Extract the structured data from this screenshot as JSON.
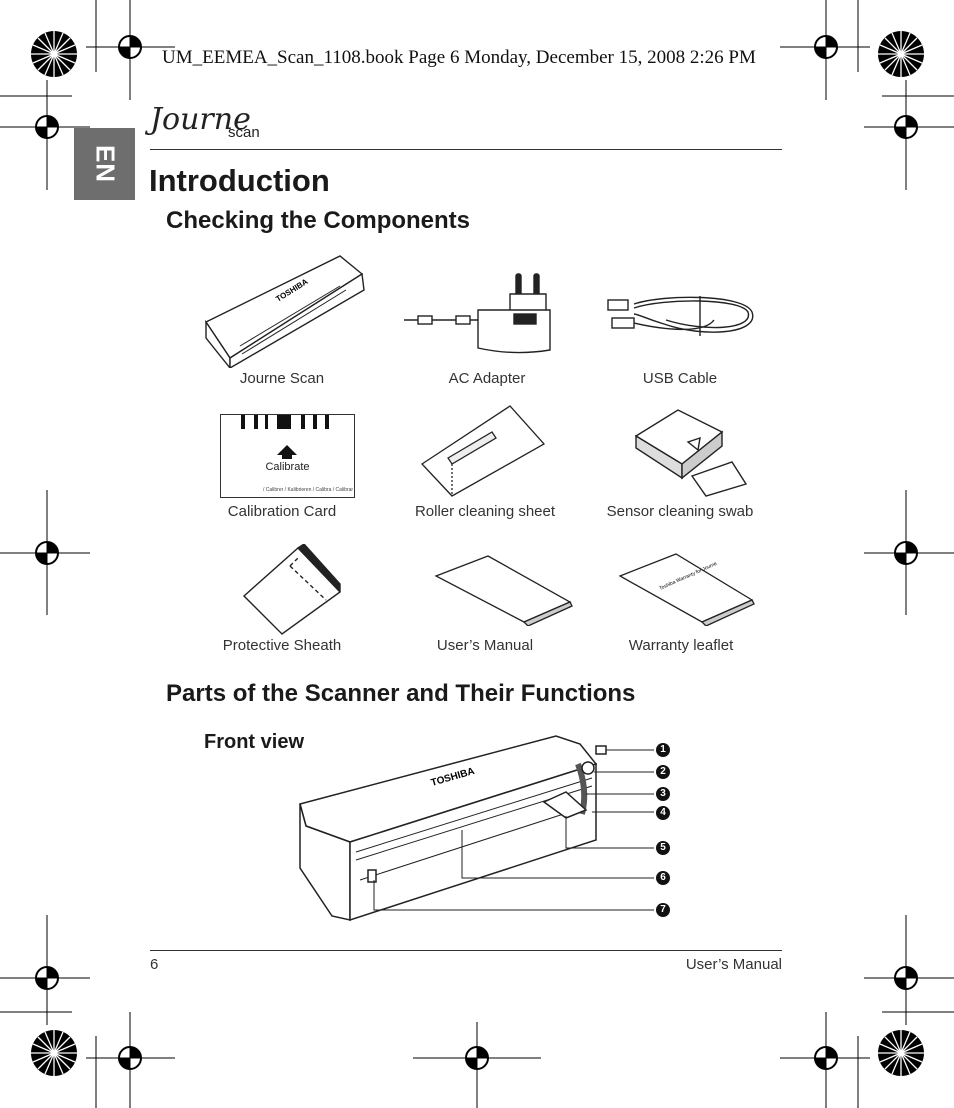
{
  "header": {
    "running_head": "UM_EEMEA_Scan_1108.book  Page 6  Monday, December 15, 2008  2:26 PM",
    "logo_script": "Journe",
    "logo_word": "scan",
    "language_tab": "EN"
  },
  "main": {
    "title": "Introduction",
    "section1_title": "Checking the Components",
    "components": [
      {
        "label": "Journe Scan",
        "icon": "scanner-icon"
      },
      {
        "label": "AC Adapter",
        "icon": "ac-adapter-icon"
      },
      {
        "label": "USB Cable",
        "icon": "usb-cable-icon"
      },
      {
        "label": "Calibration Card",
        "icon": "calibration-card-icon"
      },
      {
        "label": "Roller cleaning sheet",
        "icon": "roller-cleaning-sheet-icon"
      },
      {
        "label": "Sensor cleaning swab",
        "icon": "sensor-cleaning-swab-icon"
      },
      {
        "label": "Protective Sheath",
        "icon": "protective-sheath-icon"
      },
      {
        "label": "User’s Manual",
        "icon": "manual-icon"
      },
      {
        "label": "Warranty leaflet",
        "icon": "warranty-leaflet-icon"
      }
    ],
    "calibration_card_text": "Calibrate",
    "calibration_card_fineprint": "/ Calibrer / Kalibrieren / Calibra / Calibrar",
    "scanner_brand": "TOSHIBA",
    "warranty_print": "Toshiba Warranty for Journe",
    "section2_title": "Parts of the Scanner and Their Functions",
    "subsection_title": "Front view",
    "callouts": [
      "1",
      "2",
      "3",
      "4",
      "5",
      "6",
      "7"
    ]
  },
  "footer": {
    "page_number": "6",
    "manual_label": "User’s Manual"
  }
}
